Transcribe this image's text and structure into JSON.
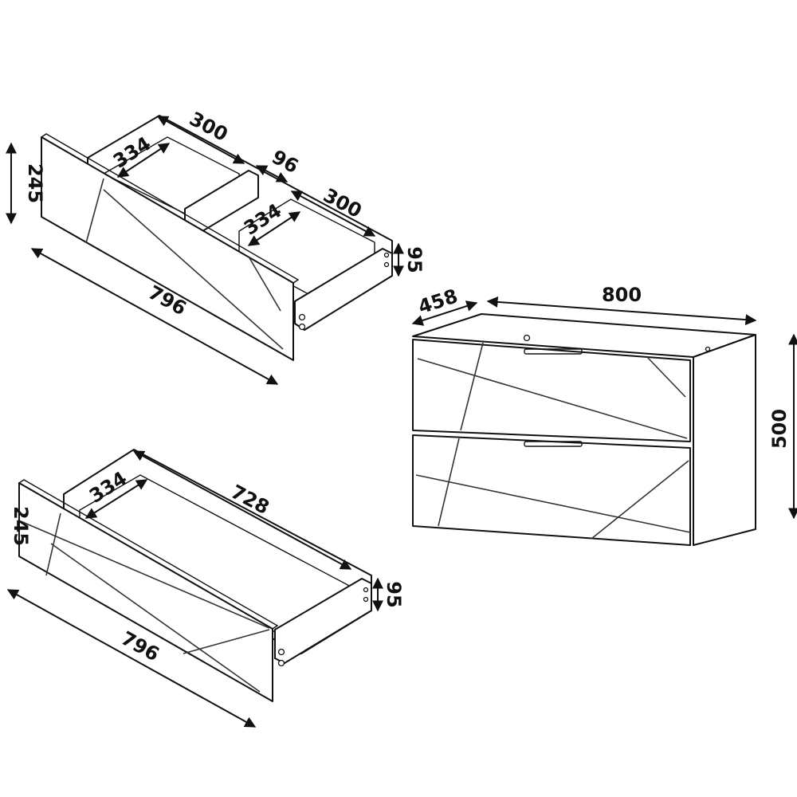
{
  "dimensions": {
    "top_drawer_depth_left": "334",
    "top_drawer_length_left": "300",
    "top_drawer_divider": "96",
    "top_drawer_depth_right": "334",
    "top_drawer_length_right": "300",
    "top_drawer_height": "245",
    "top_drawer_side_height": "95",
    "top_drawer_front_width": "796",
    "bottom_drawer_depth": "334",
    "bottom_drawer_length": "728",
    "bottom_drawer_height": "245",
    "bottom_drawer_side_height": "95",
    "bottom_drawer_front_width": "796",
    "cabinet_depth": "458",
    "cabinet_width": "800",
    "cabinet_height": "500"
  },
  "colors": {
    "line": "#111111",
    "background": "#ffffff"
  }
}
